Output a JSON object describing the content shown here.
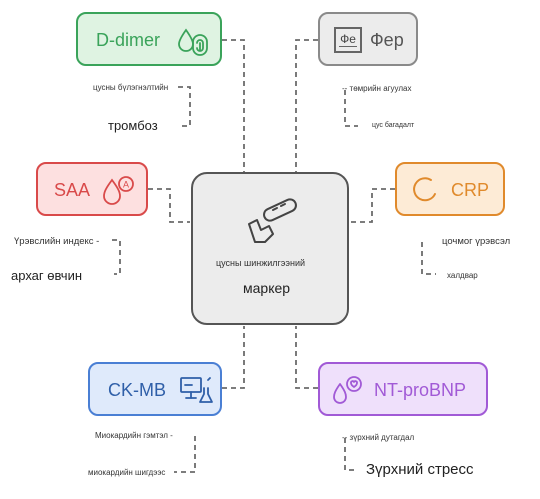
{
  "center": {
    "line1": "цусны шинжилгээний",
    "line2": "маркер"
  },
  "nodes": {
    "ddimer": {
      "label": "D-dimer",
      "note1": "цусны бүлэгнэлтийн",
      "note2": "тромбоз",
      "color": "#3aa35a",
      "fill": "#dff3e2",
      "icon": "fingerprint-drop-icon"
    },
    "fer": {
      "label": "Фер",
      "icon_text": "Фе",
      "note1": "-- төмрийн агуулах",
      "note2": "цус багадалт",
      "color": "#8a8a8a",
      "fill": "#ececec",
      "icon": "element-tile-icon"
    },
    "saa": {
      "label": "SAA",
      "icon_text": "A",
      "note1": "Үрэвслийн индекс -",
      "note2": "архаг өвчин",
      "color": "#d94a4a",
      "fill": "#fde0e0",
      "icon": "drop-a-icon"
    },
    "crp": {
      "label": "CRP",
      "note1": "цочмог үрэвсэл",
      "note2": "халдвар",
      "color": "#e08a2c",
      "fill": "#fdebd6",
      "icon": "circle-c-icon"
    },
    "ckmb": {
      "label": "CK-MB",
      "note1": "Миокардийн гэмтэл -",
      "note2": "миокардийн шигдээс",
      "color": "#4a7fd4",
      "fill": "#dfeafb",
      "icon": "monitor-flask-icon"
    },
    "ntprobnp": {
      "label": "NT-proBNP",
      "note1": "-- зүрхний дутагдал",
      "note2": "Зүрхний стресс",
      "color": "#a15ad6",
      "fill": "#efe0fb",
      "icon": "heart-drop-icon"
    }
  },
  "colors": {
    "connector": "#6b6b6b",
    "center_border": "#555555",
    "center_fill": "#ececec"
  }
}
